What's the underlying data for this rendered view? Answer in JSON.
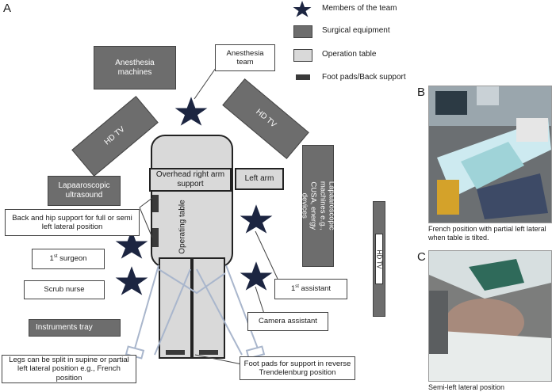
{
  "panels": {
    "a": "A",
    "b": "B",
    "c": "C"
  },
  "legend": [
    {
      "icon": "star-icon",
      "label": "Members of the team"
    },
    {
      "icon": "dark-swatch",
      "label": "Surgical equipment"
    },
    {
      "icon": "light-swatch",
      "label": "Operation table"
    },
    {
      "icon": "bar-swatch",
      "label": "Foot pads/Back support"
    }
  ],
  "equipment": {
    "anesthesia_machines": "Anesthesia machines",
    "hd_tv_left": "HD TV",
    "hd_tv_right": "HD TV",
    "lap_ultrasound": "Lapaaroscopic ultrasound",
    "instruments_tray": "Instruments tray",
    "lap_machines": "Lapaaroscopic machines e.g., CUSA, energy devices",
    "hd_tv_far": "HD TV"
  },
  "table": {
    "operating_table": "Operating table",
    "overhead_support": "Overhead right arm support",
    "left_arm": "Left arm"
  },
  "callouts": {
    "anesthesia_team": "Anesthesia team",
    "back_hip_support": "Back and hip support for full or semi left lateral position",
    "first_surgeon_num": "1",
    "first_surgeon_sup": "st",
    "first_surgeon_word": " surgeon",
    "scrub_nurse": "Scrub nurse",
    "first_assistant_num": "1",
    "first_assistant_sup": "st",
    "first_assistant_word": " assistant",
    "camera_assistant": "Camera assistant",
    "legs_split": "Legs can be split in supine or partial left lateral position e.g., French position",
    "foot_pads": "Foot pads for support in reverse Trendelenburg position"
  },
  "captions": {
    "b": "French position with partial left lateral when table is tilted.",
    "c": "Semi-left lateral position"
  },
  "colors": {
    "star": "#1c2541",
    "equipment": "#6d6d6d",
    "table": "#d9d9d9",
    "pad": "#3a3a3a"
  }
}
